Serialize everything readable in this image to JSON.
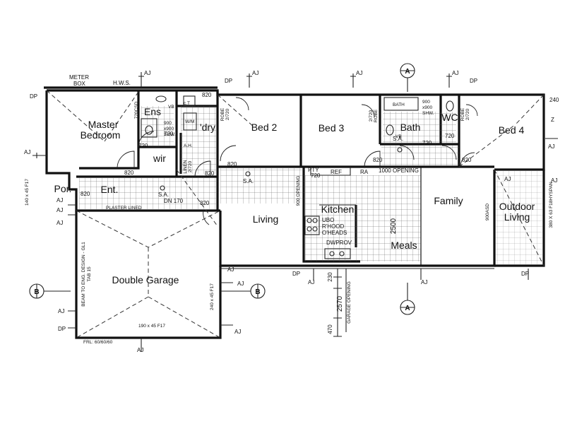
{
  "rooms": {
    "master_1": "Master",
    "master_2": "Bedroom",
    "ens": "Ens",
    "wir": "wir",
    "ldry": "'dry",
    "bed2": "Bed 2",
    "bed3": "Bed 3",
    "bath": "Bath",
    "wc": "WC",
    "bed4": "Bed 4",
    "por": "Por.",
    "ent": "Ent.",
    "living": "Living",
    "kitchen": "Kitchen",
    "meals": "Meals",
    "family": "Family",
    "outdoor_1": "Outdoor",
    "outdoor_2": "Living",
    "garage": "Double Garage"
  },
  "labels": {
    "meter_box_1": "METER",
    "meter_box_2": "BOX",
    "hws": "H.W.S.",
    "aj": "AJ",
    "dp": "DP",
    "d820": "820",
    "d720": "720",
    "d170": "DN 170",
    "vb": "VB",
    "ct": "c.T",
    "wm": "W/M",
    "ah": "A.H.",
    "linen": "LINEN",
    "linen_720": "2/720",
    "robe": "ROBE",
    "robe_dim": "2/720",
    "sa": "S.A.",
    "shw_1": "900",
    "shw_2": "x900",
    "shw_3": "SHW.",
    "bath_txt": "BATH",
    "csd": "720CSD",
    "pty": "PTY",
    "pty_dim": "720",
    "ref": "REF",
    "ra": "RA",
    "opening_1000": "1000 OPENING",
    "opening_900": "900 OPENING",
    "ubo": "UBO",
    "rhood": "R'HOOD",
    "oheads": "O'HEADS",
    "dwprov": "DWPROV",
    "d2500": "2500",
    "asd": "900ASD",
    "beam_right": "380 X 63 F18HYSPAN",
    "plaster": "PLASTER LINED",
    "beam_left": "140 x 45 F17",
    "beam_eng_1": "BEAM TO ENG. DESIGN - GL1",
    "beam_eng_2": "TAB 15",
    "beam_240": "240 x 45 F17",
    "beam_190": "190 x 45 F17",
    "frl": "FRL: 60/60/60",
    "garage_opening": "GARAGE OPENING",
    "d230": "230",
    "d2570": "2570",
    "d470": "470",
    "section_a": "A",
    "section_b": "B",
    "edge_240": "240",
    "edge_z": "Z"
  }
}
